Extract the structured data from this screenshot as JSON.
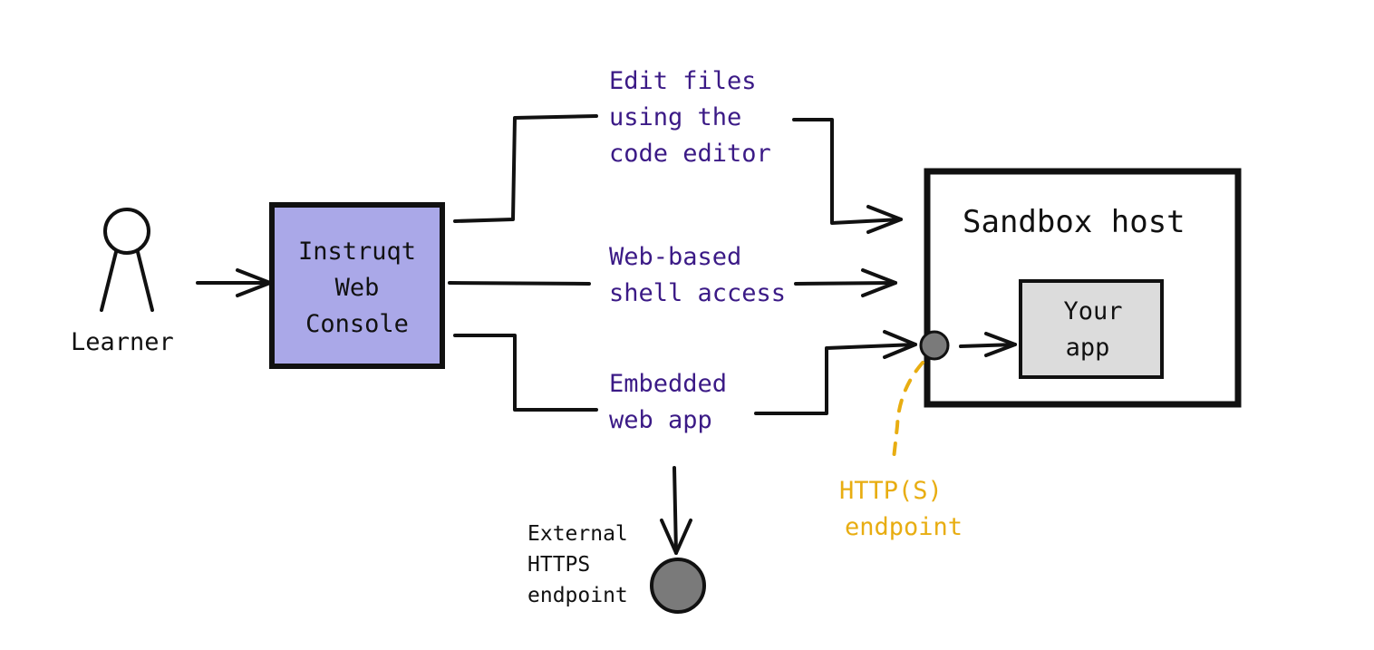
{
  "learner": {
    "label": "Learner"
  },
  "web_console": {
    "lines": [
      "Instruqt",
      "Web",
      "Console"
    ],
    "fill": "#aaa8e8"
  },
  "edges": {
    "code_editor": {
      "lines": [
        "Edit files",
        "using the",
        "code editor"
      ]
    },
    "shell": {
      "lines": [
        "Web-based",
        "shell access"
      ]
    },
    "web_app": {
      "lines": [
        "Embedded",
        "web app"
      ]
    }
  },
  "sandbox_host": {
    "label": "Sandbox host"
  },
  "your_app": {
    "lines": [
      "Your",
      "app"
    ],
    "fill": "#dcdcdc"
  },
  "http_endpoint": {
    "lines": [
      "HTTP(S)",
      "endpoint"
    ],
    "color": "#e8ad11"
  },
  "external_endpoint": {
    "lines": [
      "External",
      "HTTPS",
      "endpoint"
    ],
    "fill": "#7a7a7a"
  },
  "colors": {
    "label_purple": "#3b1a86",
    "stroke": "#111111"
  }
}
